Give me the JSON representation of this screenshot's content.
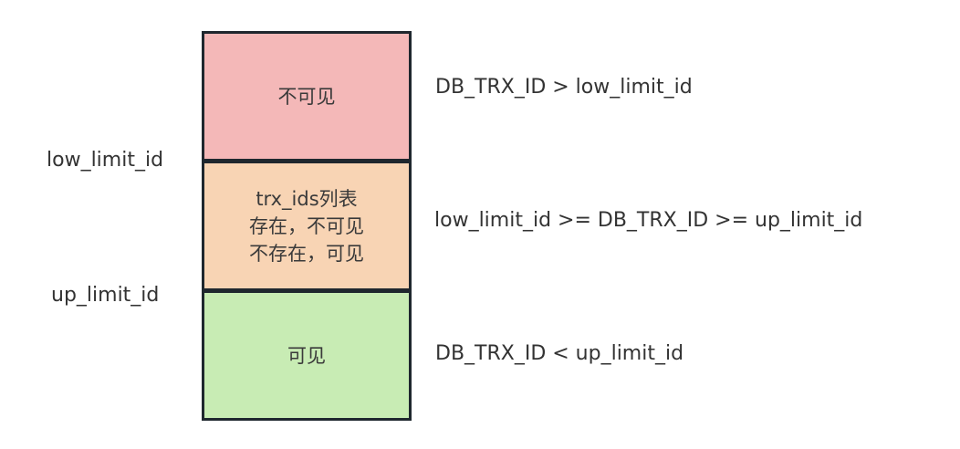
{
  "boxes": {
    "invisible": {
      "text": "不可见",
      "color": "#f4b8b8"
    },
    "middle": {
      "lines": [
        "trx_ids列表",
        "存在，不可见",
        "不存在，可见"
      ],
      "color": "#f8d4b4"
    },
    "visible": {
      "text": "可见",
      "color": "#c8ecb4"
    }
  },
  "left_labels": {
    "low": "low_limit_id",
    "up": "up_limit_id"
  },
  "conditions": {
    "top": "DB_TRX_ID > low_limit_id",
    "middle": "low_limit_id >= DB_TRX_ID >= up_limit_id",
    "bottom": "DB_TRX_ID < up_limit_id"
  }
}
